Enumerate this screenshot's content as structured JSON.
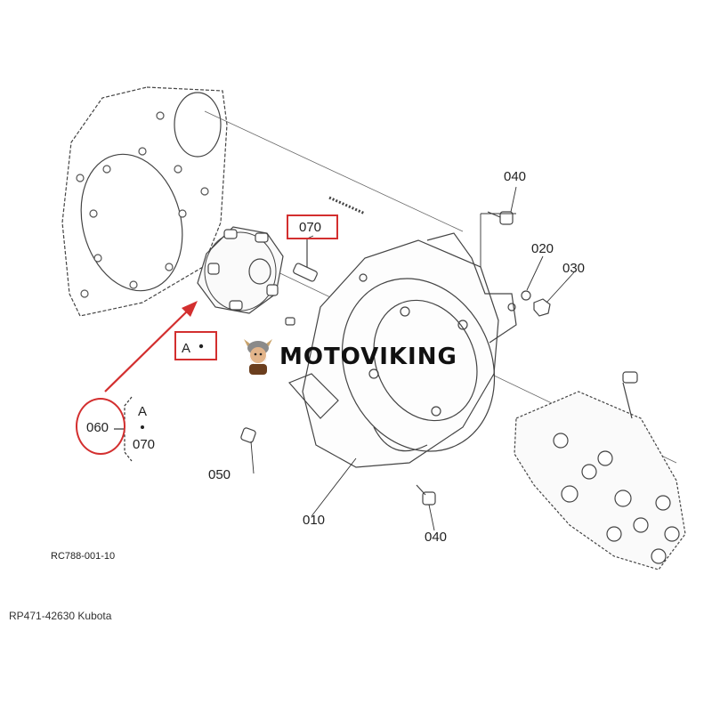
{
  "callouts": {
    "c040_top": "040",
    "c020": "020",
    "c030": "030",
    "c070": "070",
    "cA": "A",
    "c060": "060",
    "ref_A": "A",
    "ref_070": "070",
    "c050": "050",
    "c010": "010",
    "c040_bottom": "040"
  },
  "figure_code": "RC788-001-10",
  "part_caption": "RP471-42630 Kubota",
  "watermark": {
    "text": "MOTOVIKING"
  },
  "colors": {
    "highlight": "#d32f2f",
    "line": "#333333"
  }
}
